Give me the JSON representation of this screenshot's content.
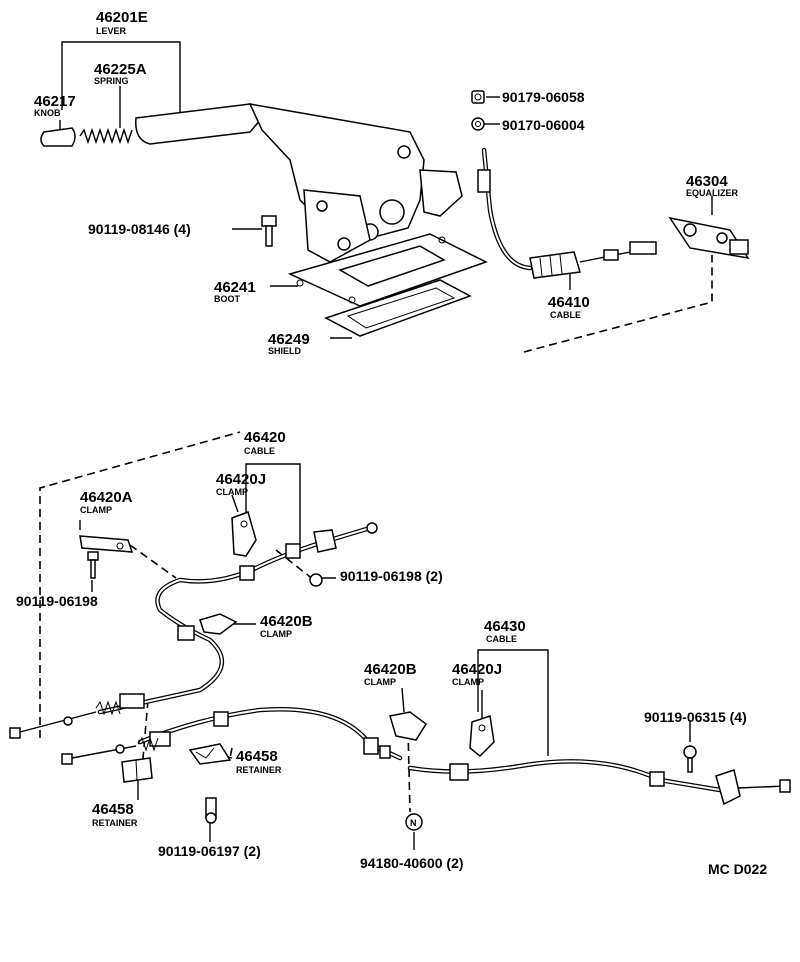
{
  "diagram_code": "MC D022",
  "parts": {
    "lever": {
      "number": "46201E",
      "name": "LEVER"
    },
    "spring": {
      "number": "46225A",
      "name": "SPRING"
    },
    "knob": {
      "number": "46217",
      "name": "KNOB"
    },
    "bolt_lever": {
      "number": "90119-08146 (4)"
    },
    "boot": {
      "number": "46241",
      "name": "BOOT"
    },
    "shield": {
      "number": "46249",
      "name": "SHIELD"
    },
    "nut_top": {
      "number": "90179-06058"
    },
    "washer_top": {
      "number": "90170-06004"
    },
    "equalizer": {
      "number": "46304",
      "name": "EQUALIZER"
    },
    "cable_front": {
      "number": "46410",
      "name": "CABLE"
    },
    "cable_left": {
      "number": "46420",
      "name": "CABLE"
    },
    "clamp_j_left": {
      "number": "46420J",
      "name": "CLAMP"
    },
    "clamp_a": {
      "number": "46420A",
      "name": "CLAMP"
    },
    "bolt_06198_2": {
      "number": "90119-06198 (2)"
    },
    "bolt_06198": {
      "number": "90119-06198"
    },
    "clamp_b_left": {
      "number": "46420B",
      "name": "CLAMP"
    },
    "cable_right": {
      "number": "46430",
      "name": "CABLE"
    },
    "clamp_b_right": {
      "number": "46420B",
      "name": "CLAMP"
    },
    "clamp_j_right": {
      "number": "46420J",
      "name": "CLAMP"
    },
    "bolt_06315": {
      "number": "90119-06315 (4)"
    },
    "retainer_right": {
      "number": "46458",
      "name": "RETAINER"
    },
    "retainer_left": {
      "number": "46458",
      "name": "RETAINER"
    },
    "bolt_06197": {
      "number": "90119-06197 (2)"
    },
    "grommet": {
      "number": "94180-40600 (2)"
    }
  }
}
